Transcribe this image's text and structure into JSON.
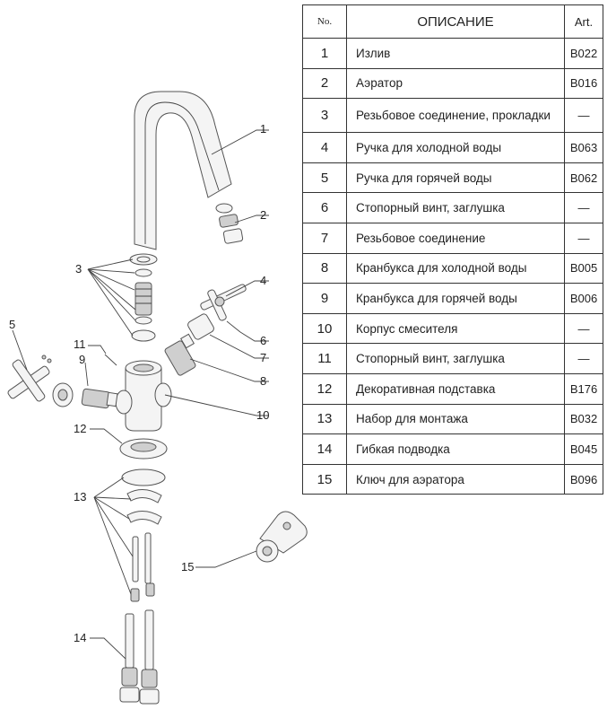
{
  "table": {
    "headers": {
      "no": "No.",
      "description": "ОПИСАНИЕ",
      "art": "Art."
    },
    "rows": [
      {
        "no": "1",
        "description": "Излив",
        "art": "B022"
      },
      {
        "no": "2",
        "description": "Аэратор",
        "art": "B016"
      },
      {
        "no": "3",
        "description": "Резьбовое соединение, прокладки",
        "art": "—"
      },
      {
        "no": "4",
        "description": "Ручка для холодной воды",
        "art": "B063"
      },
      {
        "no": "5",
        "description": "Ручка для горячей воды",
        "art": "B062"
      },
      {
        "no": "6",
        "description": "Стопорный винт, заглушка",
        "art": "—"
      },
      {
        "no": "7",
        "description": "Резьбовое соединение",
        "art": "—"
      },
      {
        "no": "8",
        "description": "Кранбукса для холодной воды",
        "art": "B005"
      },
      {
        "no": "9",
        "description": "Кранбукса для горячей воды",
        "art": "B006"
      },
      {
        "no": "10",
        "description": "Корпус смесителя",
        "art": "—"
      },
      {
        "no": "11",
        "description": "Стопорный винт, заглушка",
        "art": "—"
      },
      {
        "no": "12",
        "description": " Декоративная подставка",
        "art": "B176"
      },
      {
        "no": "13",
        "description": "Набор для монтажа",
        "art": "B032"
      },
      {
        "no": "14",
        "description": "Гибкая подводка",
        "art": "B045"
      },
      {
        "no": "15",
        "description": "Ключ для аэратора",
        "art": "B096"
      }
    ]
  },
  "callouts": {
    "c1": "1",
    "c2": "2",
    "c3": "3",
    "c4": "4",
    "c5": "5",
    "c6": "6",
    "c7": "7",
    "c8": "8",
    "c9": "9",
    "c10": "10",
    "c11": "11",
    "c12": "12",
    "c13": "13",
    "c14": "14",
    "c15": "15"
  }
}
